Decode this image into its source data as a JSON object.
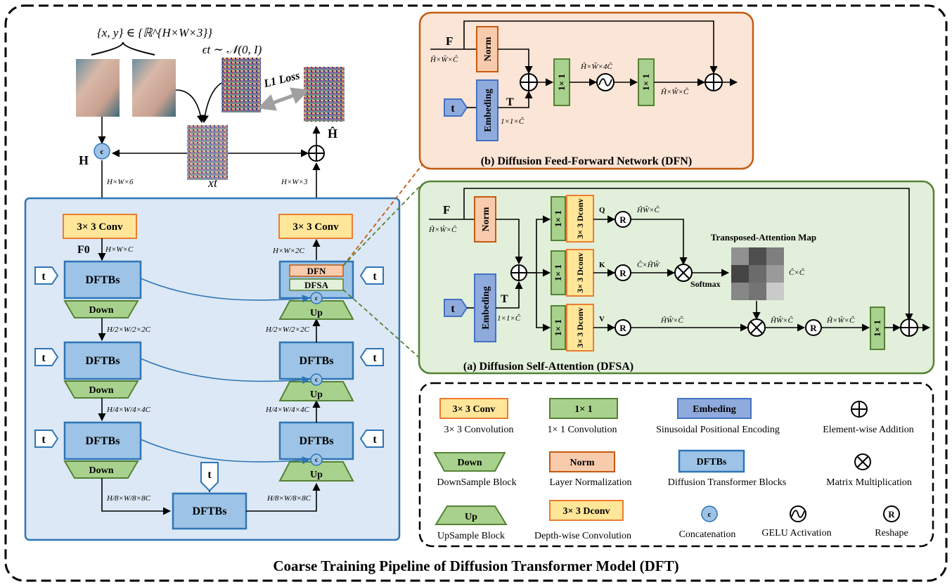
{
  "title": "Coarse Training Pipeline of  Diffusion Transformer Model (DFT)",
  "colors": {
    "outer_panel": "#dce8f5",
    "outer_panel_border": "#2e75b6",
    "conv": "#ffe699",
    "conv_border": "#ed7d31",
    "block": "#9dc3e6",
    "block_border": "#2e75b6",
    "down_up": "#a9d18e",
    "down_up_border": "#548235",
    "ffn_panel": "#fbe5d6",
    "ffn_panel_border": "#c55a11",
    "attn_panel": "#e2efda",
    "attn_panel_border": "#548235",
    "norm": "#f8cbad",
    "embed": "#8faadc",
    "embed_border": "#4472c4",
    "concat": "#9dc3e6",
    "dashed_orange": "#c55a11",
    "dashed_green": "#548235"
  },
  "icons": [
    "concatenation-icon",
    "element-wise-addition-icon",
    "matrix-multiplication-icon",
    "gelu-icon",
    "reshape-icon",
    "noise-image",
    "pig-image"
  ],
  "pipeline": {
    "pair_label": "{x, y} ∈ {ℝ^{H×W×3}}",
    "noise_label": "ϵt ∼ 𝒩(0, I)",
    "loss_label": "L1 Loss",
    "h_label": "H",
    "hhat_label": "Ĥ",
    "xt_label": "xt",
    "concat_symbol": "c",
    "dim_in": "H×W×6",
    "dim_out": "H×W×3",
    "conv_in_label": "3× 3 Conv",
    "conv_out_label": "3× 3 Conv",
    "f0_label": "F0",
    "dim_f0": "H×W×C",
    "dim_2c": "H×W×2C",
    "t_label": "t",
    "dftbs_label": "DFTBs",
    "down_label": "Down",
    "up_label": "Up",
    "dfn_label": "DFN",
    "dfsa_label": "DFSA",
    "dim_half": "H/2×W/2×2C",
    "dim_quarter": "H/4×W/4×4C",
    "dim_eighth": "H/8×W/8×8C",
    "dim_quarter_up": "H/4×W/4×4C",
    "dim_half_up": "H/2×W/2×2C",
    "dim_eighth_up": "H/8×W/8×8C"
  },
  "dfn": {
    "caption": "(b) Diffusion Feed-Forward Network (DFN)",
    "f_label": "F",
    "f_dim": "Ĥ×Ŵ×Ĉ",
    "norm_label": "Norm",
    "embed_label": "Embeding",
    "t_label": "t",
    "T_label": "T",
    "t_dim": "1×1×Ĉ",
    "conv1_label": "1× 1",
    "conv2_label": "1× 1",
    "mid_dim": "Ĥ×Ŵ×4Ĉ",
    "out_dim": "Ĥ×Ŵ×Ĉ"
  },
  "dfsa": {
    "caption": "(a) Diffusion Self-Attention (DFSA)",
    "f_label": "F",
    "f_dim": "Ĥ×Ŵ×Ĉ",
    "norm_label": "Norm",
    "embed_label": "Embeding",
    "t_label": "t",
    "T_label": "T",
    "t_dim": "1×1×Ĉ",
    "conv_label": "1× 1",
    "dconv_label": "3× 3 Dconv",
    "q_label": "Q",
    "k_label": "K",
    "v_label": "V",
    "q_dim": "ĤŴ×Ĉ",
    "k_dim": "Ĉ×ĤŴ",
    "v_dim": "ĤŴ×Ĉ",
    "map_title": "Transposed-Attention Map",
    "map_dim": "Ĉ×Ĉ",
    "softmax_label": "Softmax",
    "mult_dim": "ĤŴ×Ĉ",
    "reshape_dim": "Ĥ×Ŵ×Ĉ",
    "map_cells": [
      0.55,
      0.2,
      0.45,
      0.15,
      0.35,
      0.6,
      0.5,
      0.4,
      0.85
    ]
  },
  "legend": [
    {
      "shape": "Conv box",
      "label": "3× 3 Conv",
      "desc": "3× 3 Convolution"
    },
    {
      "shape": "Green box",
      "label": "1× 1",
      "desc": "1× 1 Convolution"
    },
    {
      "shape": "Embed box",
      "label": "Embeding",
      "desc": "Sinusoidal Positional Encoding"
    },
    {
      "shape": "Add",
      "label": "",
      "desc": "Element-wise Addition"
    },
    {
      "shape": "Down trap",
      "label": "Down",
      "desc": "DownSample Block"
    },
    {
      "shape": "Norm box",
      "label": "Norm",
      "desc": "Layer Normalization"
    },
    {
      "shape": "DFTBs box",
      "label": "DFTBs",
      "desc": "Diffusion Transformer Blocks"
    },
    {
      "shape": "Mult",
      "label": "",
      "desc": "Matrix Multiplication"
    },
    {
      "shape": "Up trap",
      "label": "Up",
      "desc": "UpSample Block"
    },
    {
      "shape": "Dconv box",
      "label": "3× 3 Dconv",
      "desc": "Depth-wise Convolution"
    },
    {
      "shape": "Concat",
      "label": "c",
      "desc": "Concatenation"
    },
    {
      "shape": "GELU",
      "label": "",
      "desc": "GELU Activation"
    },
    {
      "shape": "Reshape",
      "label": "R",
      "desc": "Reshape"
    }
  ]
}
